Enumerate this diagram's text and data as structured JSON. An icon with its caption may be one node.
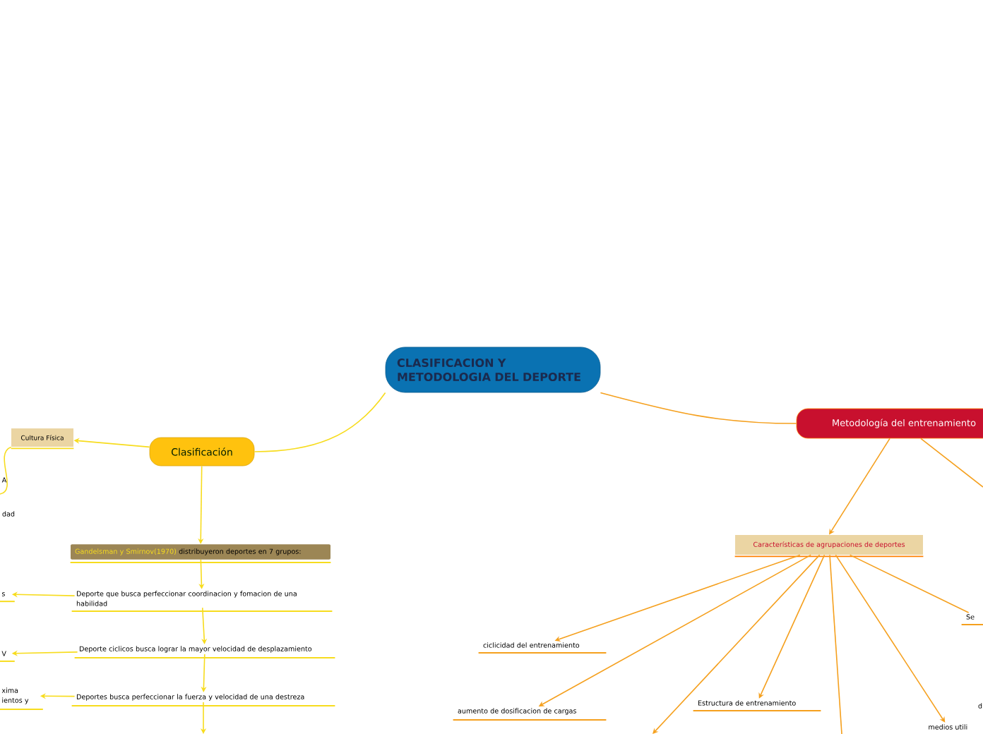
{
  "diagram": {
    "nodes": [
      {
        "text": [
          "CLASIFICACION Y METODOLOGIA DEL DEPORTE"
        ]
      },
      {
        "text": [
          "Clasificación"
        ]
      },
      {
        "text": [
          "Cultura Física"
        ]
      },
      {
        "text": [
          "Gandelsman y Smirnov(1970)",
          "distribuyeron deportes  en 7 grupos:"
        ]
      },
      {
        "text": [
          "Deporte que busca perfeccionar coordinacion y fomacion de una habilidad"
        ]
      },
      {
        "text": [
          "Deporte ciclicos busca lograr la mayor velocidad de desplazamiento"
        ]
      },
      {
        "text": [
          "Deportes busca perfeccionar la fuerza y velocidad de una destreza"
        ]
      },
      {
        "text": [
          "Metodología del entrenamiento"
        ]
      },
      {
        "text": [
          "Características de agrupaciones de deportes"
        ]
      },
      {
        "text": [
          "ciclicidad del entrenamiento"
        ]
      },
      {
        "text": [
          "aumento de dosificacion de cargas"
        ]
      },
      {
        "text": [
          "Estructura de entrenamiento"
        ]
      },
      {
        "text": [
          "medios utili"
        ]
      },
      {
        "text": [
          "s"
        ]
      },
      {
        "text": [
          "V"
        ]
      },
      {
        "text": [
          "xima ientos y"
        ]
      },
      {
        "text": [
          "Se"
        ]
      }
    ],
    "edges": [
      {
        "from": 0,
        "to": 1,
        "arrow": "none",
        "color": "#f7dc1e"
      },
      {
        "from": 1,
        "to": 2,
        "arrow": "to",
        "color": "#f7dc1e"
      },
      {
        "from": 1,
        "to": 3,
        "arrow": "to",
        "color": "#f7dc1e"
      },
      {
        "from": 3,
        "to": 4,
        "arrow": "to",
        "color": "#f7dc1e"
      },
      {
        "from": 4,
        "to": 5,
        "arrow": "to",
        "color": "#f7dc1e"
      },
      {
        "from": 5,
        "to": 6,
        "arrow": "to",
        "color": "#f7dc1e"
      },
      {
        "from": 6,
        "to": null,
        "arrow": "to",
        "color": "#f7dc1e"
      },
      {
        "from": 4,
        "to": 13,
        "arrow": "to",
        "color": "#f7dc1e"
      },
      {
        "from": 5,
        "to": 14,
        "arrow": "to",
        "color": "#f7dc1e"
      },
      {
        "from": 6,
        "to": 15,
        "arrow": "to",
        "color": "#f7dc1e"
      },
      {
        "from": 2,
        "to": null,
        "arrow": "none",
        "color": "#f7dc1e"
      },
      {
        "from": 0,
        "to": 7,
        "arrow": "none",
        "color": "#f5a01e"
      },
      {
        "from": 7,
        "to": 8,
        "arrow": "to",
        "color": "#f5a01e"
      },
      {
        "from": 7,
        "to": null,
        "arrow": "none",
        "color": "#f5a01e"
      },
      {
        "from": 8,
        "to": 9,
        "arrow": "to",
        "color": "#f5a01e"
      },
      {
        "from": 8,
        "to": 10,
        "arrow": "to",
        "color": "#f5a01e"
      },
      {
        "from": 8,
        "to": null,
        "arrow": "to",
        "color": "#f5a01e"
      },
      {
        "from": 8,
        "to": 11,
        "arrow": "to",
        "color": "#f5a01e"
      },
      {
        "from": 8,
        "to": null,
        "arrow": "none",
        "color": "#f5a01e"
      },
      {
        "from": 8,
        "to": 12,
        "arrow": "to",
        "color": "#f5a01e"
      },
      {
        "from": 8,
        "to": 16,
        "arrow": "none",
        "color": "#f5a01e"
      }
    ],
    "labels": [
      "A",
      "dad",
      "d"
    ]
  }
}
